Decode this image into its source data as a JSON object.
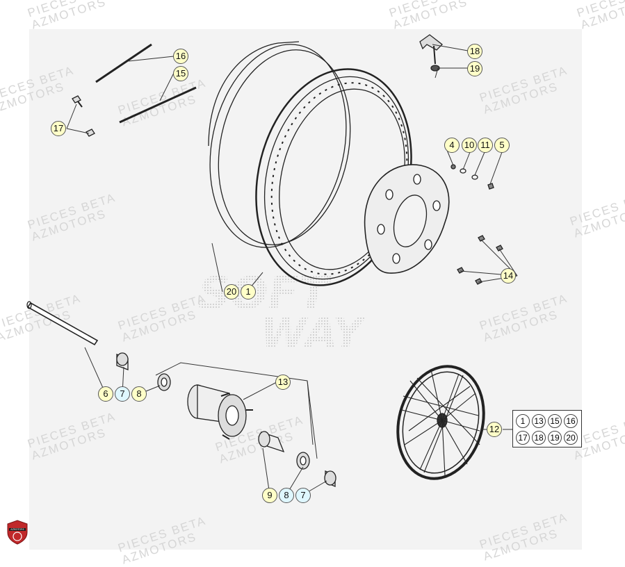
{
  "watermarks": {
    "line1": "PIECES BETA",
    "line2": "AZMOTORS",
    "center_top": "SOFT",
    "center_bottom": "WAY"
  },
  "logo": {
    "label": "AZMOTORS",
    "color": "#c0282a"
  },
  "callouts": {
    "c1": "1",
    "c4": "4",
    "c5": "5",
    "c6": "6",
    "c7a": "7",
    "c7b": "7",
    "c8a": "8",
    "c8b": "8",
    "c9": "9",
    "c10": "10",
    "c11": "11",
    "c12": "12",
    "c13": "13",
    "c14": "14",
    "c15": "15",
    "c16": "16",
    "c17": "17",
    "c18": "18",
    "c19": "19",
    "c20": "20"
  },
  "kit": [
    "1",
    "13",
    "15",
    "16",
    "17",
    "18",
    "19",
    "20"
  ],
  "colors": {
    "callout_fill": "#ffffc8",
    "callout_fill_alt": "#dff7ff",
    "line": "#222222"
  }
}
